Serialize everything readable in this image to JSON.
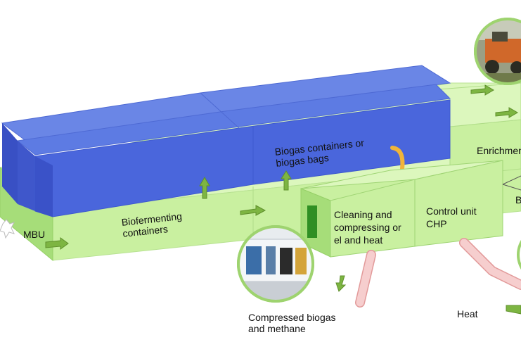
{
  "labels": {
    "mbu": "MBU",
    "biofermenting": "Biofermenting\ncontainers",
    "biogas_containers": "Biogas containers or\nbiogas bags",
    "cleaning": "Cleaning and\ncompressing or\nel and heat",
    "control": "Control unit\nCHP",
    "enrichment": "Enrichment",
    "compressed": "Compressed biogas\nand methane",
    "heat": "Heat",
    "cut_letter": "B"
  },
  "colors": {
    "green_face": "#c9f0a0",
    "green_top": "#dcf7bd",
    "green_side": "#a6dd79",
    "green_arrow": "#7db542",
    "blue_top": "#6a86e6",
    "blue_front": "#4a66dc",
    "blue_side": "#3950c4",
    "pink_pipe": "#f3c0c0",
    "yellow_pipe": "#f0b53a"
  },
  "photos": [
    {
      "name": "container-photo",
      "subject": "containerized gas compression unit"
    },
    {
      "name": "tractor-photo",
      "subject": "tractor spreading fertilizer in field"
    },
    {
      "name": "right-partial-photo",
      "subject": "partial circular photo"
    }
  ]
}
